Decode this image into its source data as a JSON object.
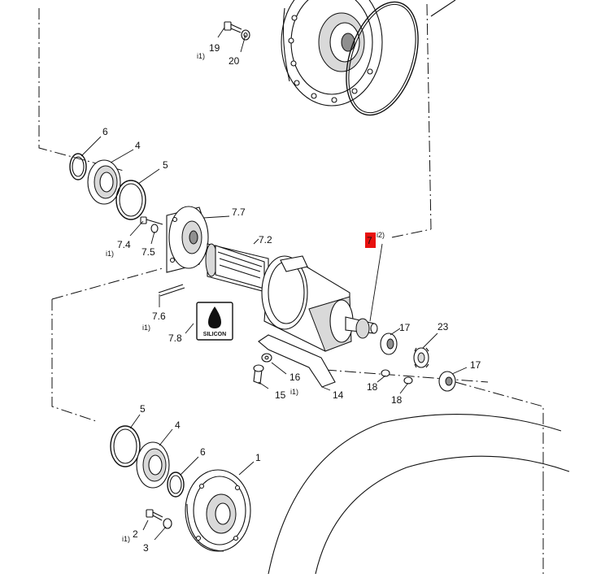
{
  "diagram": {
    "callouts": {
      "p19": "19",
      "p20": "20",
      "i1_top": "i1)",
      "p6_top": "6",
      "p4_top": "4",
      "p5_top": "5",
      "p7_7": "7.7",
      "p7_2": "7.2",
      "p7_4": "7.4",
      "p7_5": "7.5",
      "i1_74": "i1)",
      "p7_6": "7.6",
      "i1_76": "i1)",
      "p7_8": "7.8",
      "p7": "7",
      "i2": "i2)",
      "p17_a": "17",
      "p23": "23",
      "p17_b": "17",
      "p18_a": "18",
      "p18_b": "18",
      "p16": "16",
      "p15": "15",
      "i1_15": "i1)",
      "p14": "14",
      "p5_bot": "5",
      "p4_bot": "4",
      "p6_bot": "6",
      "p1": "1",
      "p2": "2",
      "i1_2": "i1)",
      "p3": "3"
    },
    "silicon_label": "SILICON",
    "highlight_color": "#e8110f"
  }
}
